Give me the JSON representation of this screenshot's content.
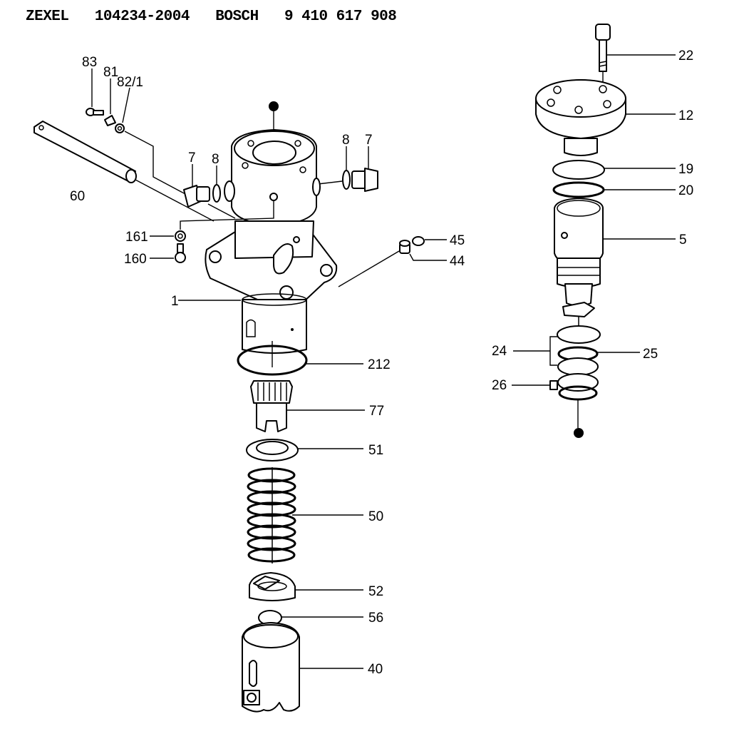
{
  "header": {
    "title": "ZEXEL   104234-2004   BOSCH   9 410 617 908"
  },
  "labels": {
    "l83": "83",
    "l81": "81",
    "l82": "82/1",
    "l60": "60",
    "l7a": "7",
    "l8a": "8",
    "l8b": "8",
    "l7b": "7",
    "l161": "161",
    "l160": "160",
    "l45": "45",
    "l44": "44",
    "l1": "1",
    "l212": "212",
    "l77": "77",
    "l51": "51",
    "l50": "50",
    "l52": "52",
    "l56": "56",
    "l40": "40",
    "l22": "22",
    "l12": "12",
    "l19": "19",
    "l20": "20",
    "l5": "5",
    "l24": "24",
    "l25": "25",
    "l26": "26"
  }
}
